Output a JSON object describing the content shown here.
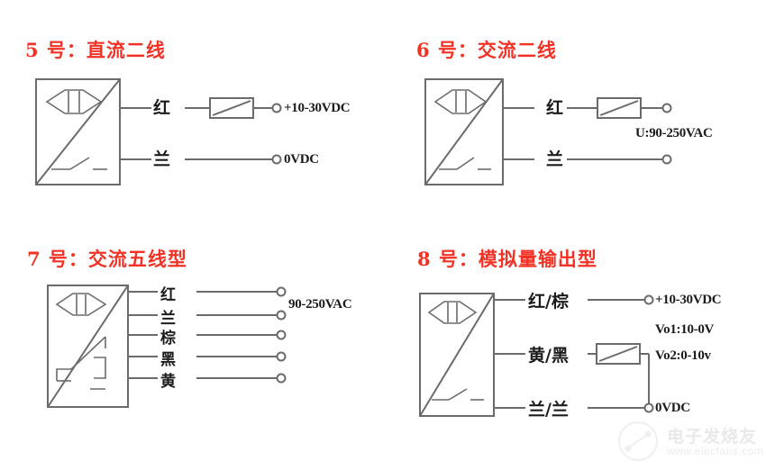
{
  "image": {
    "background": "#ffffff",
    "title_color": "#f33226",
    "line_color": "#6b6b6b",
    "text_color": "#1b1b1b"
  },
  "panels": [
    {
      "id": "panel-5",
      "title": "5 号：直流二线",
      "sensor_type": "photoelectric-sensor-2wire-dc",
      "wire_labels": [
        "红",
        "兰"
      ],
      "terminal_labels": [
        "+10-30VDC",
        "0VDC"
      ],
      "has_load": true,
      "load_on_wire": 1,
      "supply_note": ""
    },
    {
      "id": "panel-6",
      "title": "6 号：交流二线",
      "sensor_type": "photoelectric-sensor-2wire-ac",
      "wire_labels": [
        "红",
        "兰"
      ],
      "terminal_labels": [
        "",
        ""
      ],
      "has_load": true,
      "load_on_wire": 1,
      "supply_note": "U:90-250VAC"
    },
    {
      "id": "panel-7",
      "title": "7 号：交流五线型",
      "sensor_type": "photoelectric-sensor-5wire-ac-relay",
      "wire_labels": [
        "红",
        "兰",
        "棕",
        "黑",
        "黄"
      ],
      "terminal_labels": [
        "",
        "",
        "",
        "",
        ""
      ],
      "has_load": false,
      "supply_note": "90-250VAC"
    },
    {
      "id": "panel-8",
      "title": "8 号：模拟量输出型",
      "sensor_type": "photoelectric-sensor-analog-output",
      "wire_labels": [
        "红/棕",
        "黄/黑",
        "兰/兰"
      ],
      "terminal_labels": [
        "+10-30VDC",
        "",
        "0VDC"
      ],
      "has_load": true,
      "load_on_wire": 2,
      "output_notes": [
        "Vo1:10-0V",
        "Vo2:0-10v"
      ],
      "supply_note": ""
    }
  ],
  "watermark": {
    "brand": "电子发烧友",
    "url": "www.elecfans.com",
    "icon": "circuit-node-icon"
  }
}
